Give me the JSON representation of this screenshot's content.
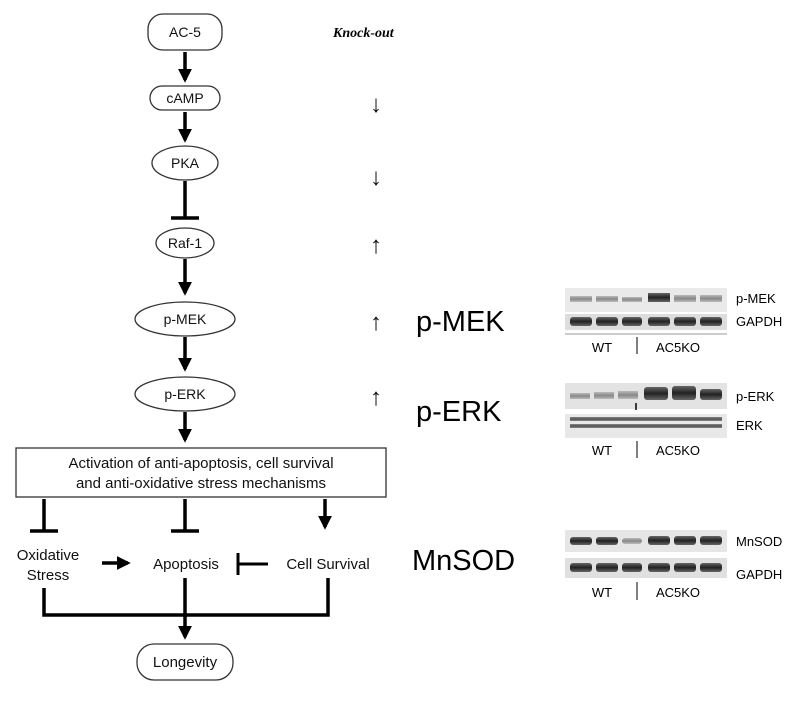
{
  "header": {
    "knockout_label": "Knock-out"
  },
  "pathway": {
    "ac5": "AC-5",
    "camp": "cAMP",
    "pka": "PKA",
    "raf1": "Raf-1",
    "pmek": "p-MEK",
    "perk": "p-ERK",
    "activation_line1": "Activation of anti-apoptosis, cell survival",
    "activation_line2": "and anti-oxidative stress mechanisms",
    "oxidative_line1": "Oxidative",
    "oxidative_line2": "Stress",
    "apoptosis": "Apoptosis",
    "cell_survival": "Cell Survival",
    "longevity": "Longevity"
  },
  "changes": {
    "camp": "↓",
    "pka": "↓",
    "raf1": "↑",
    "pmek": "↑",
    "perk": "↑"
  },
  "proteins": {
    "pmek": "p-MEK",
    "perk": "p-ERK",
    "mnsod": "MnSOD"
  },
  "blots": {
    "panel1": {
      "band1": "p-MEK",
      "band2": "GAPDH",
      "wt": "WT",
      "ko": "AC5KO"
    },
    "panel2": {
      "band1": "p-ERK",
      "band2": "ERK",
      "wt": "WT",
      "ko": "AC5KO"
    },
    "panel3": {
      "band1": "MnSOD",
      "band2": "GAPDH",
      "wt": "WT",
      "ko": "AC5KO"
    }
  }
}
